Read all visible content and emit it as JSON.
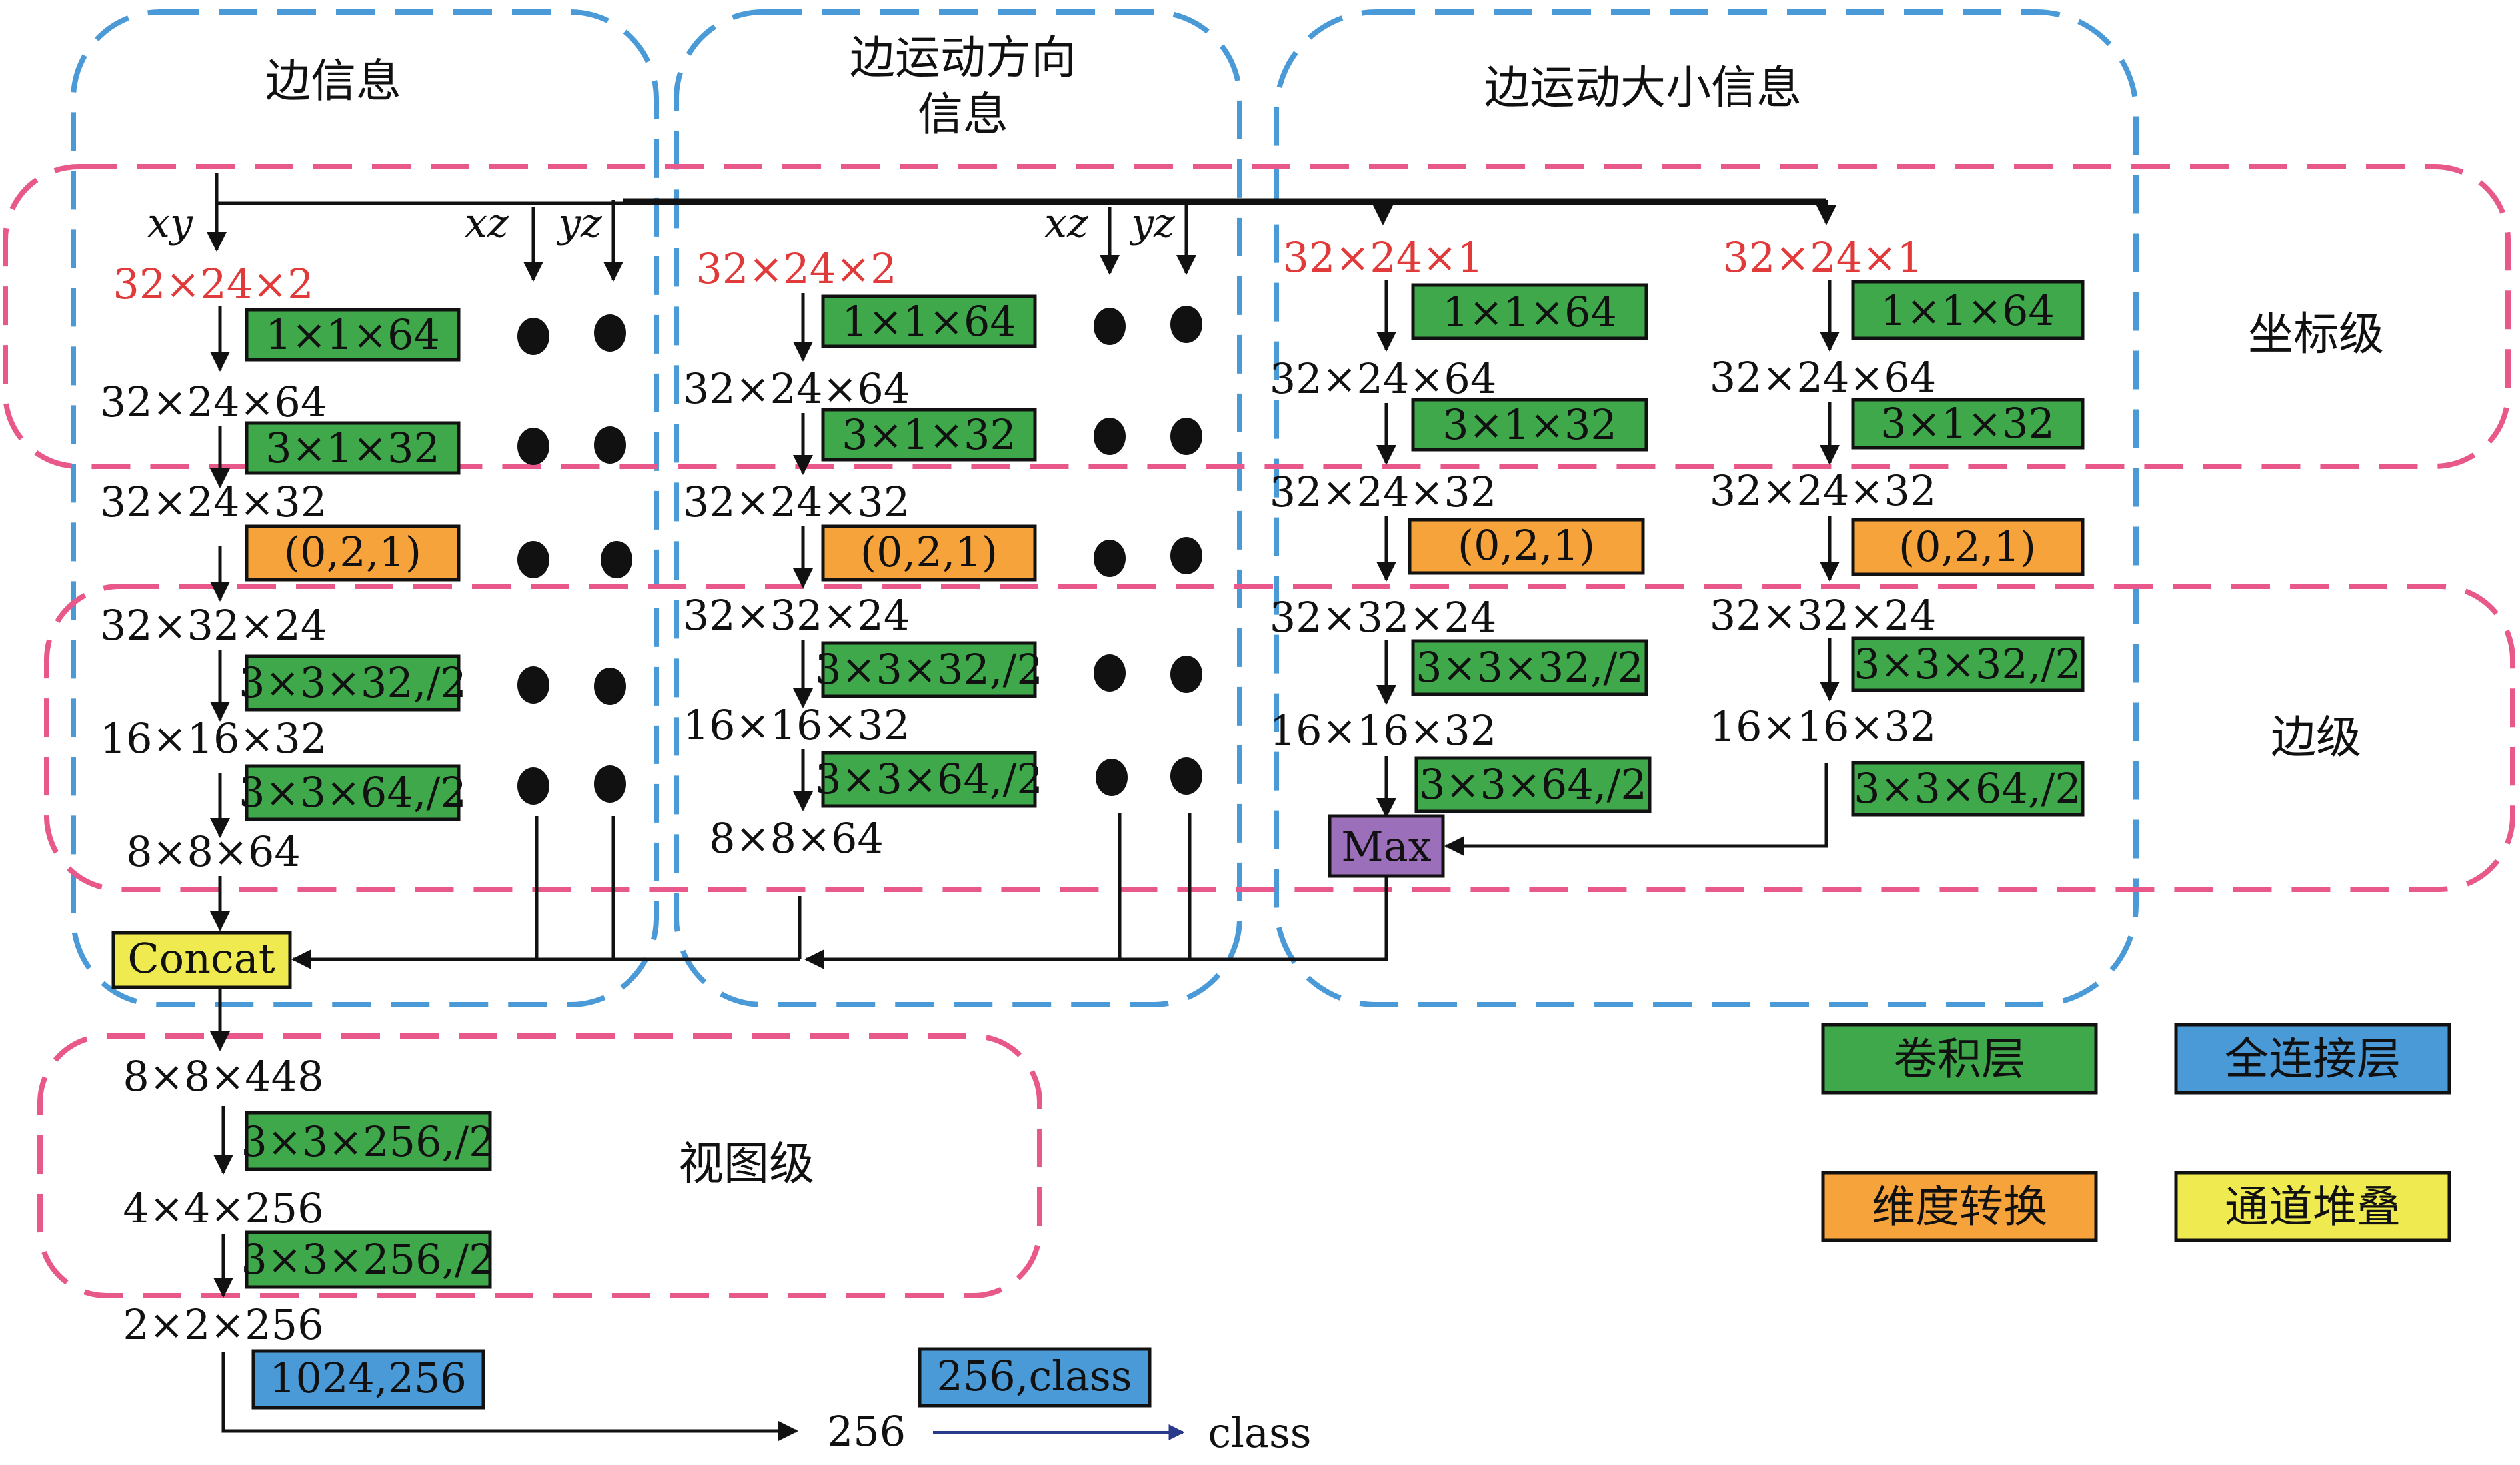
{
  "column_titles": {
    "edge_info": "边信息",
    "direction_info_line1": "边运动方向",
    "direction_info_line2": "信息",
    "magnitude_info": "边运动大小信息"
  },
  "level_labels": {
    "coordinate": "坐标级",
    "edge": "边级",
    "view": "视图级"
  },
  "axis_labels": {
    "xy": "xy",
    "xz": "xz",
    "yz": "yz"
  },
  "inputs": {
    "edge": "32×24×2",
    "direction": "32×24×2",
    "magnitude": "32×24×1"
  },
  "dims": {
    "d64": "32×24×64",
    "d32": "32×24×32",
    "d3224": "32×32×24",
    "d1616": "16×16×32",
    "d88": "8×8×64",
    "d448": "8×8×448",
    "d44": "4×4×256",
    "d22": "2×2×256",
    "d256": "256",
    "dclass": "class"
  },
  "layers": {
    "c1": "1×1×64",
    "c2": "3×1×32",
    "perm": "(0,2,1)",
    "c3": "3×3×32,/2",
    "c4": "3×3×64,/2",
    "c5": "3×3×256,/2",
    "fc1": "1024,256",
    "fc2": "256,class",
    "concat": "Concat",
    "max": "Max"
  },
  "legend": {
    "conv": "卷积层",
    "fc": "全连接层",
    "transform": "维度转换",
    "stack": "通道堆叠"
  },
  "colors": {
    "conv": "#3fa84a",
    "fc": "#4a9ad8",
    "transform": "#f5a33a",
    "stack": "#eeea50",
    "max": "#9b6fba",
    "input_text": "#e03a3a",
    "column_border": "#4a9ad8",
    "level_border": "#e8588a"
  }
}
